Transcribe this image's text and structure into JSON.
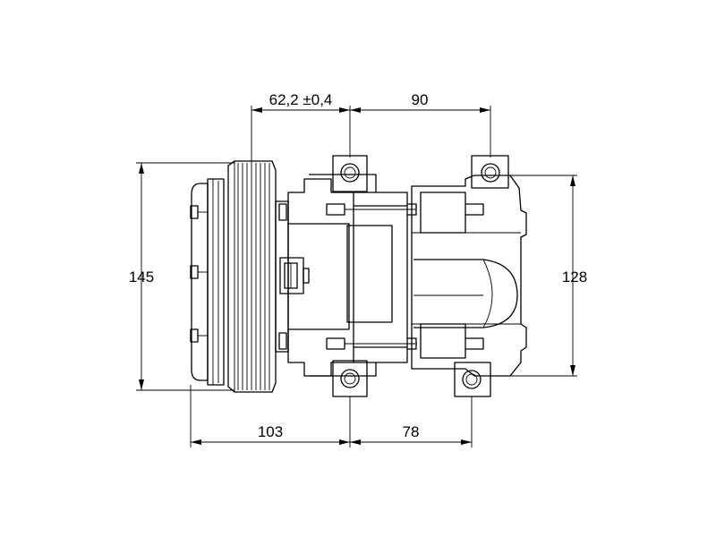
{
  "dimensions": {
    "dim_62_2": "62,2 ±0,4",
    "dim_90": "90",
    "dim_145": "145",
    "dim_128": "128",
    "dim_103": "103",
    "dim_78": "78"
  },
  "colors": {
    "line": "#000000",
    "background": "#ffffff"
  }
}
